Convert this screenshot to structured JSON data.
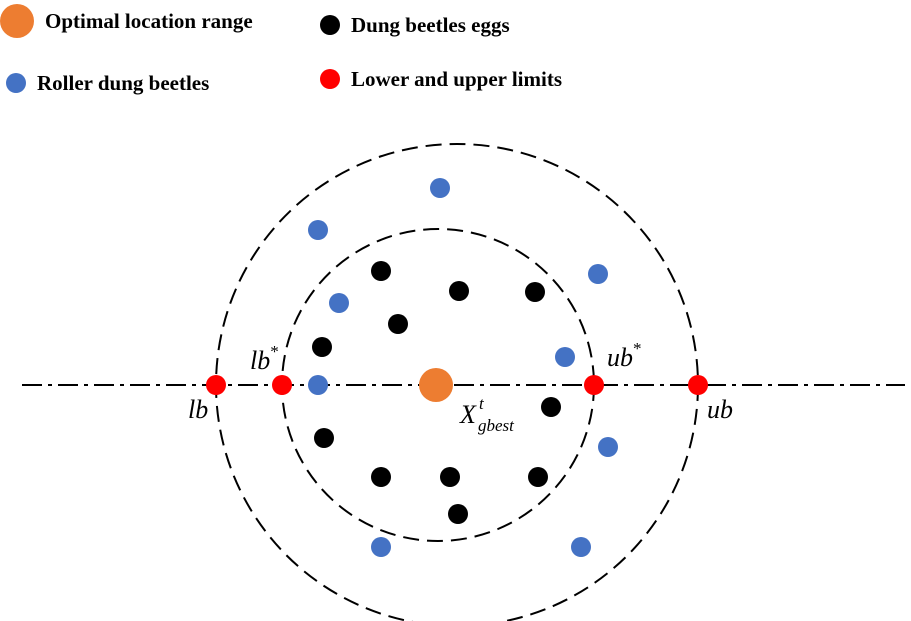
{
  "legend": {
    "optimal": {
      "label": "Optimal location range",
      "color": "#ED7D31"
    },
    "eggs": {
      "label": "Dung beetles eggs",
      "color": "#000000"
    },
    "rollers": {
      "label": "Roller dung beetles",
      "color": "#4472C4"
    },
    "limits": {
      "label": "Lower and upper limits",
      "color": "#FF0000"
    }
  },
  "labels": {
    "lb": "lb",
    "lb_star_base": "lb",
    "star": "*",
    "ub_star_base": "ub",
    "ub": "ub",
    "gbest_base": "X",
    "gbest_sup": "t",
    "gbest_sub": "gbest"
  }
}
